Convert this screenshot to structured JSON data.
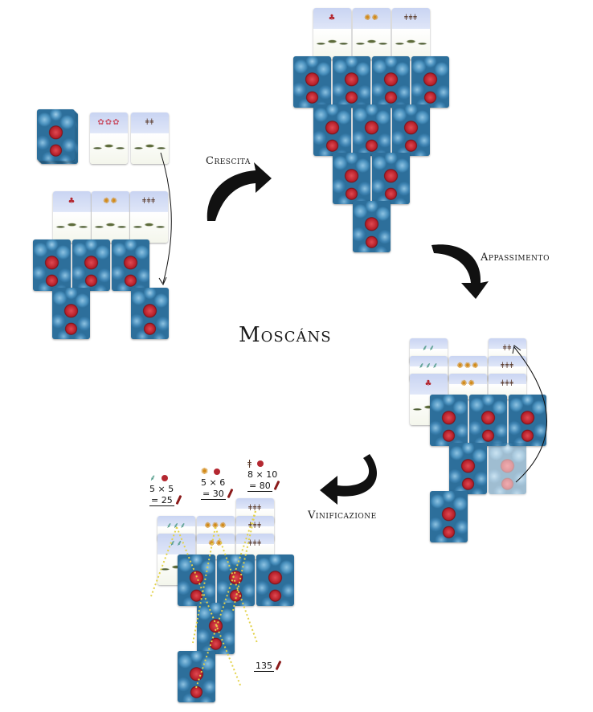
{
  "title": "Moscáns",
  "phases": {
    "crescita": "Crescita",
    "appassimento": "Appassimento",
    "vinificazione": "Vinificazione"
  },
  "scores": {
    "col1": {
      "formula": "5 × 5",
      "result": "= 25"
    },
    "col2": {
      "formula": "5 × 6",
      "result": "= 30"
    },
    "col3": {
      "formula": "8 × 10",
      "result": "= 80"
    },
    "total": "135"
  },
  "icons": {
    "leaf": "leaf-icon",
    "flower": "flower-icon",
    "sun": "sun-icon",
    "stem": "stem-icon",
    "cherry": "cherry-icon",
    "grape": "grape-icon",
    "bottle": "wine-bottle-icon"
  },
  "colors": {
    "card_blue": "#2d6f9b",
    "grape_red": "#b42831",
    "sky": "#c9d4f2",
    "dotted_line": "#e3d24a"
  }
}
